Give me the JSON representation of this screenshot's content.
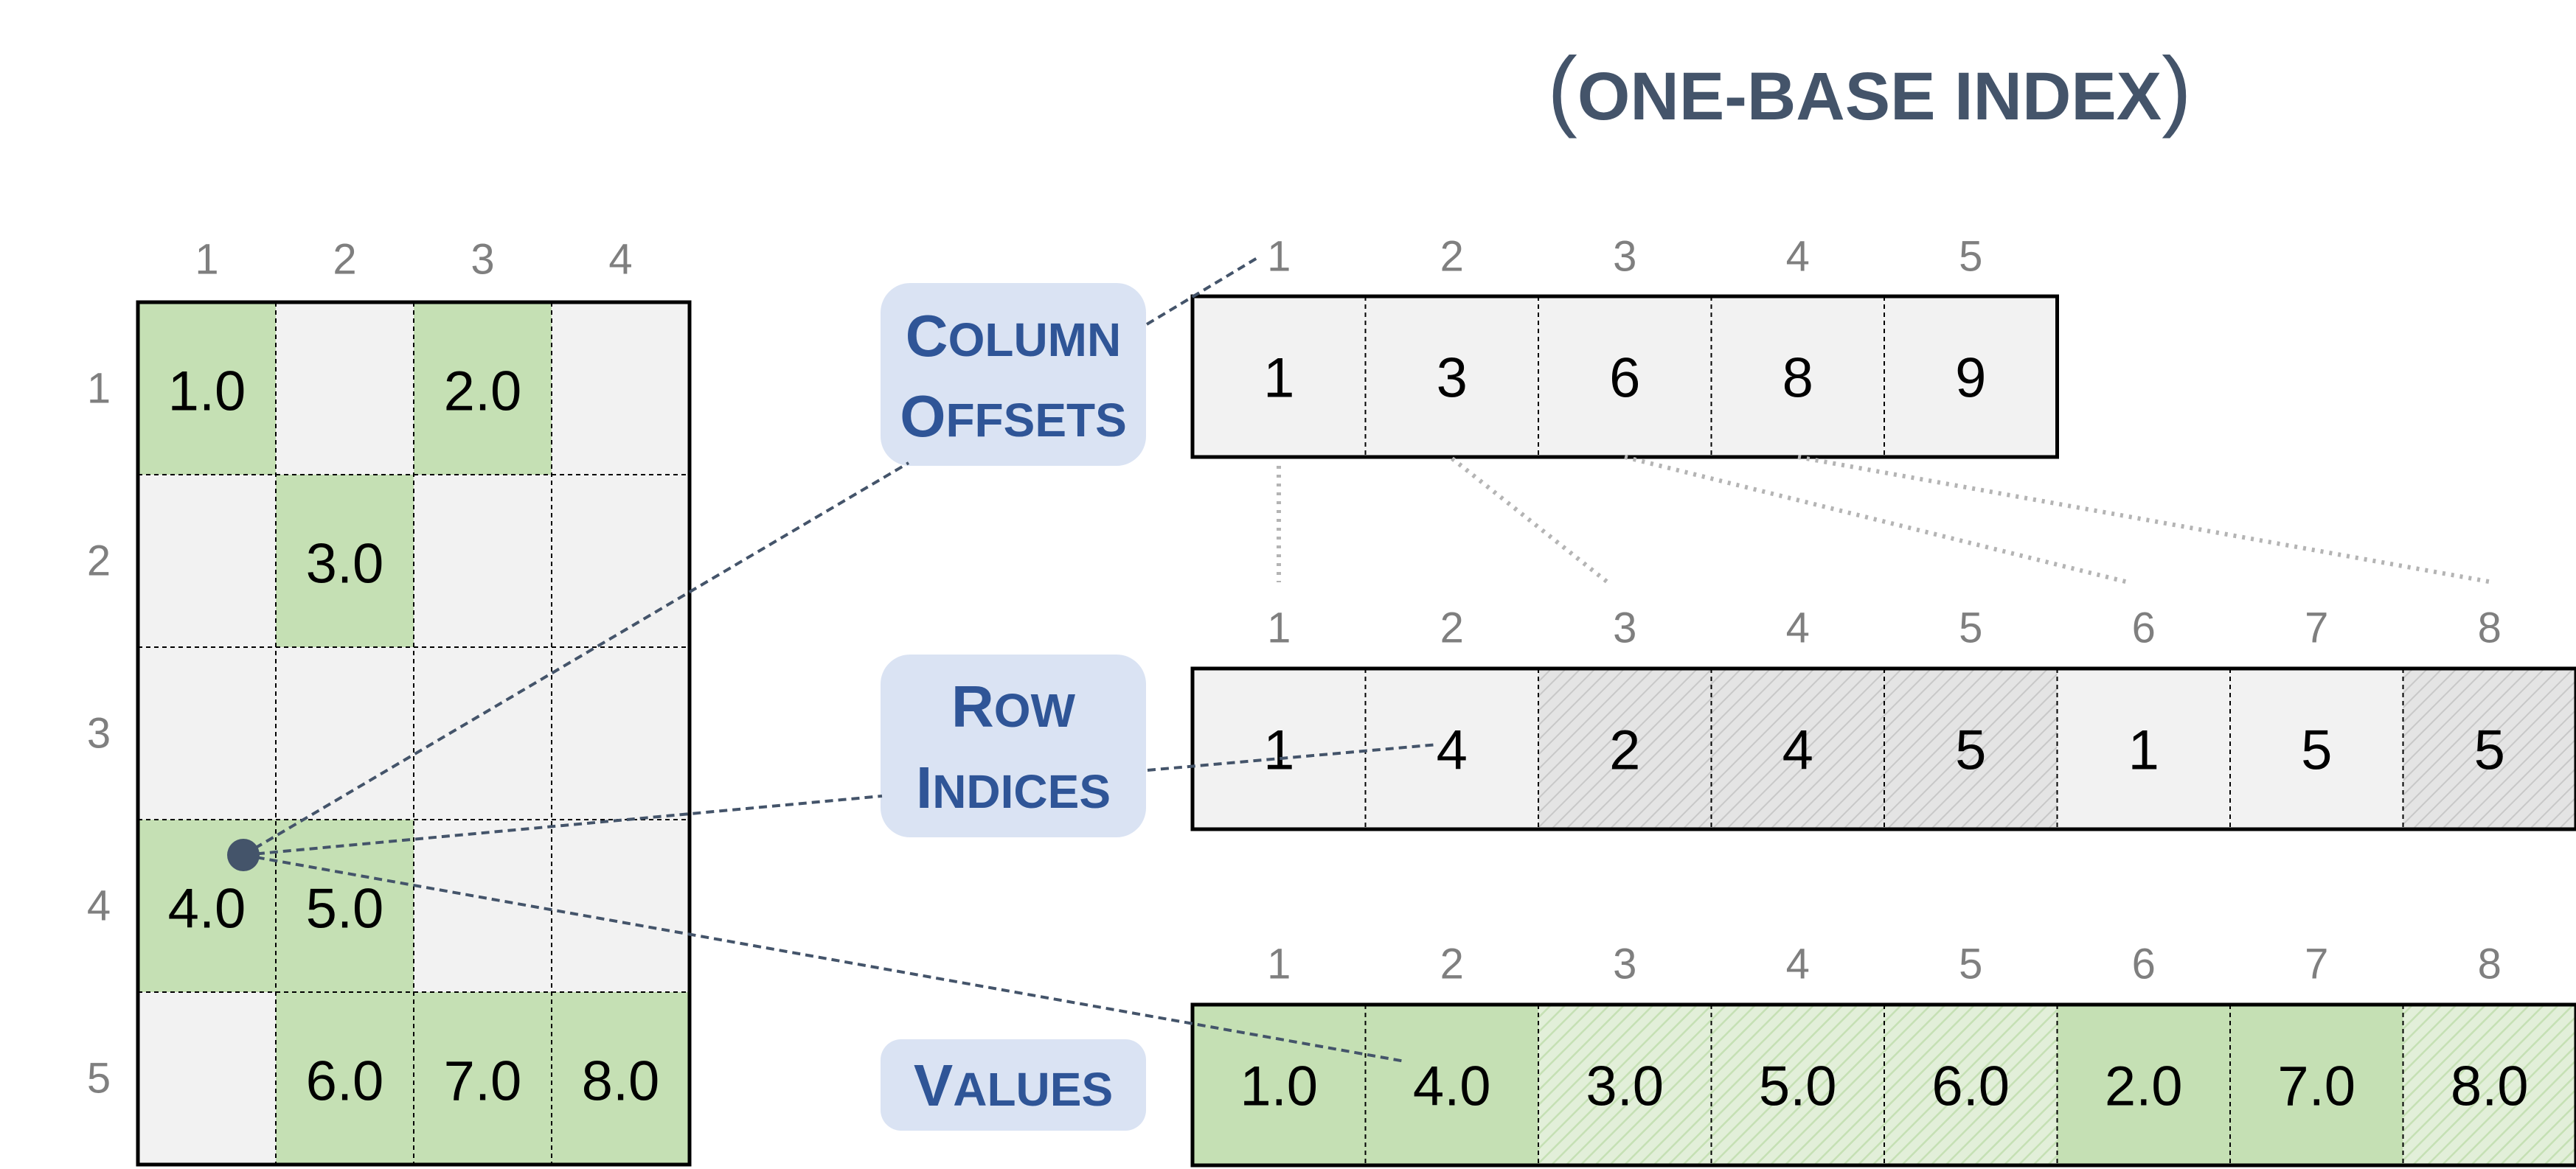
{
  "title": {
    "open_paren": "(",
    "text": "ONE-BASE INDEX",
    "close_paren": ")"
  },
  "matrix": {
    "col_headers": [
      "1",
      "2",
      "3",
      "4"
    ],
    "row_headers": [
      "1",
      "2",
      "3",
      "4",
      "5"
    ],
    "cells": [
      [
        "1.0",
        "",
        "2.0",
        ""
      ],
      [
        "",
        "3.0",
        "",
        ""
      ],
      [
        "",
        "",
        "",
        ""
      ],
      [
        "4.0",
        "5.0",
        "",
        ""
      ],
      [
        "",
        "6.0",
        "7.0",
        "8.0"
      ]
    ]
  },
  "labels": {
    "column_offsets": {
      "big1": "C",
      "rest1": "OLUMN",
      "big2": "O",
      "rest2": "FFSETS"
    },
    "row_indices": {
      "big1": "R",
      "rest1": "OW",
      "big2": "I",
      "rest2": "NDICES"
    },
    "values": {
      "big1": "V",
      "rest1": "ALUES"
    }
  },
  "column_offsets": {
    "indices": [
      "1",
      "2",
      "3",
      "4",
      "5"
    ],
    "values": [
      "1",
      "3",
      "6",
      "8",
      "9"
    ]
  },
  "row_indices": {
    "indices": [
      "1",
      "2",
      "3",
      "4",
      "5",
      "6",
      "7",
      "8"
    ],
    "values": [
      "1",
      "4",
      "2",
      "4",
      "5",
      "1",
      "5",
      "5"
    ]
  },
  "values_array": {
    "indices": [
      "1",
      "2",
      "3",
      "4",
      "5",
      "6",
      "7",
      "8"
    ],
    "values": [
      "1.0",
      "4.0",
      "3.0",
      "5.0",
      "6.0",
      "2.0",
      "7.0",
      "8.0"
    ]
  },
  "colors": {
    "nonzero_fill": "#c5e0b4",
    "empty_fill": "#f2f2f2",
    "label_text": "#2f5597",
    "label_bg": "#dae3f3",
    "title_text": "#44546a",
    "index_text": "#7f7f7f"
  }
}
